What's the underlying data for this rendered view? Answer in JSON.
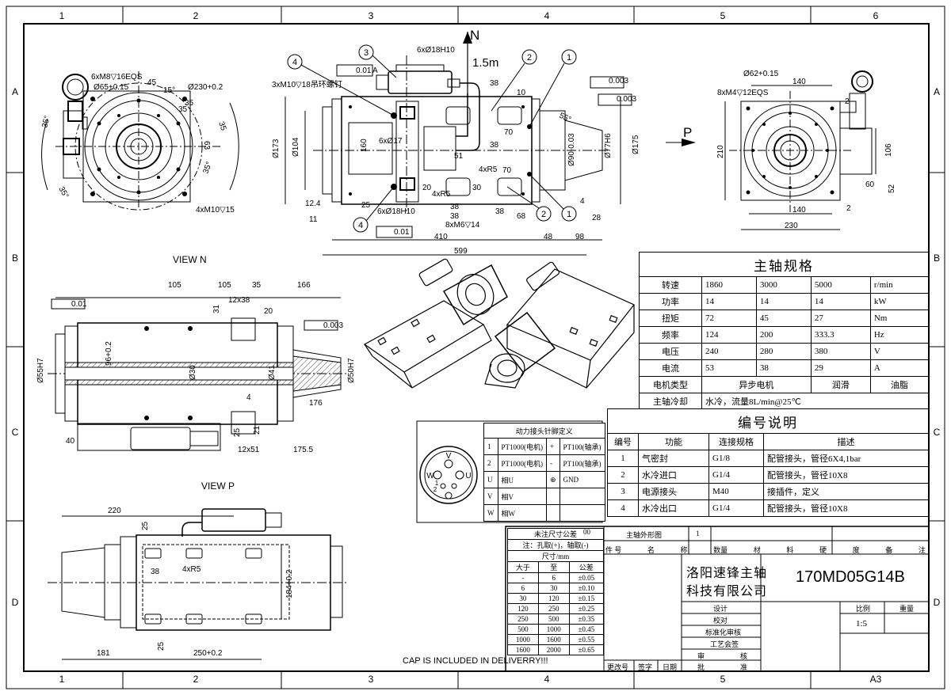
{
  "border": {
    "cols_top": [
      "1",
      "2",
      "3",
      "4",
      "5",
      "6"
    ],
    "cols_bottom": [
      "1",
      "2",
      "3",
      "4",
      "5",
      "A3"
    ],
    "rows": [
      "A",
      "B",
      "C",
      "D"
    ]
  },
  "labels": {
    "north": "N",
    "hose": "1.5m",
    "view_n": "VIEW N",
    "view_p": "VIEW P",
    "p_arrow": "P",
    "cap_note": "CAP IS INCLUDED IN DELIVERRY!!!"
  },
  "dims_front": [
    "6xM8▽16EQS",
    "Ø65+0.15",
    "45",
    "Ø230+0.2",
    "15°",
    "35",
    "35°",
    "35",
    "35°",
    "35°",
    "63",
    "4xM10▽15",
    "35"
  ],
  "dims_top": [
    "6xØ18H10",
    "3xM10▽18吊环螺钉",
    "0.01",
    "A",
    "38",
    "10",
    "70",
    "38",
    "Ø173",
    "Ø104",
    "160",
    "6xØ17",
    "51",
    "4xR5",
    "4xR5",
    "20",
    "70",
    "38",
    "30",
    "25",
    "12.4",
    "11",
    "6xØ18H10",
    "38",
    "38",
    "68",
    "4",
    "28",
    "8xM6▽14",
    "0.01",
    "410",
    "48",
    "98",
    "599",
    "Ø90-0.03",
    "Ø77H6",
    "Ø175",
    "55°",
    "0.003",
    "0.003"
  ],
  "dims_right": [
    "Ø62+0.15",
    "140",
    "8xM4▽12EQS",
    "210",
    "106",
    "60",
    "52",
    "140",
    "230",
    "2",
    "2"
  ],
  "dims_section": [
    "105",
    "105",
    "35",
    "166",
    "12x38",
    "31",
    "20",
    "0.01",
    "0.003",
    "Ø55H7",
    "96+0.2",
    "Ø30",
    "Ø41",
    "Ø50H7",
    "4",
    "176",
    "40",
    "12x51",
    "175.5",
    "21",
    "25"
  ],
  "dims_p": [
    "220",
    "25",
    "38",
    "4xR5",
    "184+0.2",
    "181",
    "25",
    "250+0.2"
  ],
  "spec": {
    "title": "主轴规格",
    "rows": [
      [
        "转速",
        "1860",
        "3000",
        "5000",
        "r/min"
      ],
      [
        "功率",
        "14",
        "14",
        "14",
        "kW"
      ],
      [
        "扭矩",
        "72",
        "45",
        "27",
        "Nm"
      ],
      [
        "频率",
        "124",
        "200",
        "333.3",
        "Hz"
      ],
      [
        "电压",
        "240",
        "280",
        "380",
        "V"
      ],
      [
        "电流",
        "53",
        "38",
        "29",
        "A"
      ]
    ],
    "motor_label": "电机类型",
    "motor_value": "异步电机",
    "lube_label": "润滑",
    "lube_value": "油脂",
    "cool_label": "主轴冷却",
    "cool_value": "水冷，流量8L/min@25℃"
  },
  "codes": {
    "title": "编号说明",
    "headers": [
      "编号",
      "功能",
      "连接规格",
      "描述"
    ],
    "rows": [
      [
        "1",
        "气密封",
        "G1/8",
        "配管接头，管径6X4,1bar"
      ],
      [
        "2",
        "水冷进口",
        "G1/4",
        "配管接头，管径10X8"
      ],
      [
        "3",
        "电源接头",
        "M40",
        "接插件，定义"
      ],
      [
        "4",
        "水冷出口",
        "G1/4",
        "配管接头，管径10X8"
      ]
    ]
  },
  "pins": {
    "title": "动力接头针脚定义",
    "rows": [
      [
        "1",
        "PT1000(电机)",
        "+",
        "PT100(轴承)"
      ],
      [
        "2",
        "PT1000(电机)",
        "-",
        "PT100(轴承)"
      ],
      [
        "U",
        "相U",
        "⊕",
        "GND"
      ],
      [
        "V",
        "相V",
        "",
        ""
      ],
      [
        "W",
        "相W",
        "",
        ""
      ]
    ],
    "connector_letters": [
      "V",
      "W",
      "U",
      "1",
      "2"
    ]
  },
  "tolerance": {
    "title": "未注尺寸公差",
    "code": "00",
    "note": "注：孔取(+)，轴取(-)",
    "unit": "尺寸/mm",
    "headers": [
      "大于",
      "至",
      "公差"
    ],
    "rows": [
      [
        "-",
        "6",
        "±0.05"
      ],
      [
        "6",
        "30",
        "±0.10"
      ],
      [
        "30",
        "120",
        "±0.15"
      ],
      [
        "120",
        "250",
        "±0.25"
      ],
      [
        "250",
        "500",
        "±0.35"
      ],
      [
        "500",
        "1000",
        "±0.45"
      ],
      [
        "1000",
        "1600",
        "±0.55"
      ],
      [
        "1600",
        "2000",
        "±0.65"
      ]
    ]
  },
  "titleblock": {
    "drawing_name": "主轴外形图",
    "qty": "1",
    "col_heads": [
      "件 号",
      "名",
      "称",
      "数量",
      "材",
      "料",
      "硬",
      "度",
      "备",
      "注"
    ],
    "company_line1": "洛阳速锋主轴",
    "company_line2": "科技有限公司",
    "drawing_no": "170MD05G14B",
    "design": "设计",
    "check": "校对",
    "std": "标准化审核",
    "process": "工艺会签",
    "review": "审",
    "approve_h": "核",
    "approve": "批",
    "approve2": "准",
    "change": "更改号",
    "sign": "签字",
    "date": "日期",
    "scale_label": "比例",
    "weight_label": "重量",
    "scale": "1:5",
    "balloons": [
      "1",
      "2",
      "3",
      "4"
    ]
  }
}
